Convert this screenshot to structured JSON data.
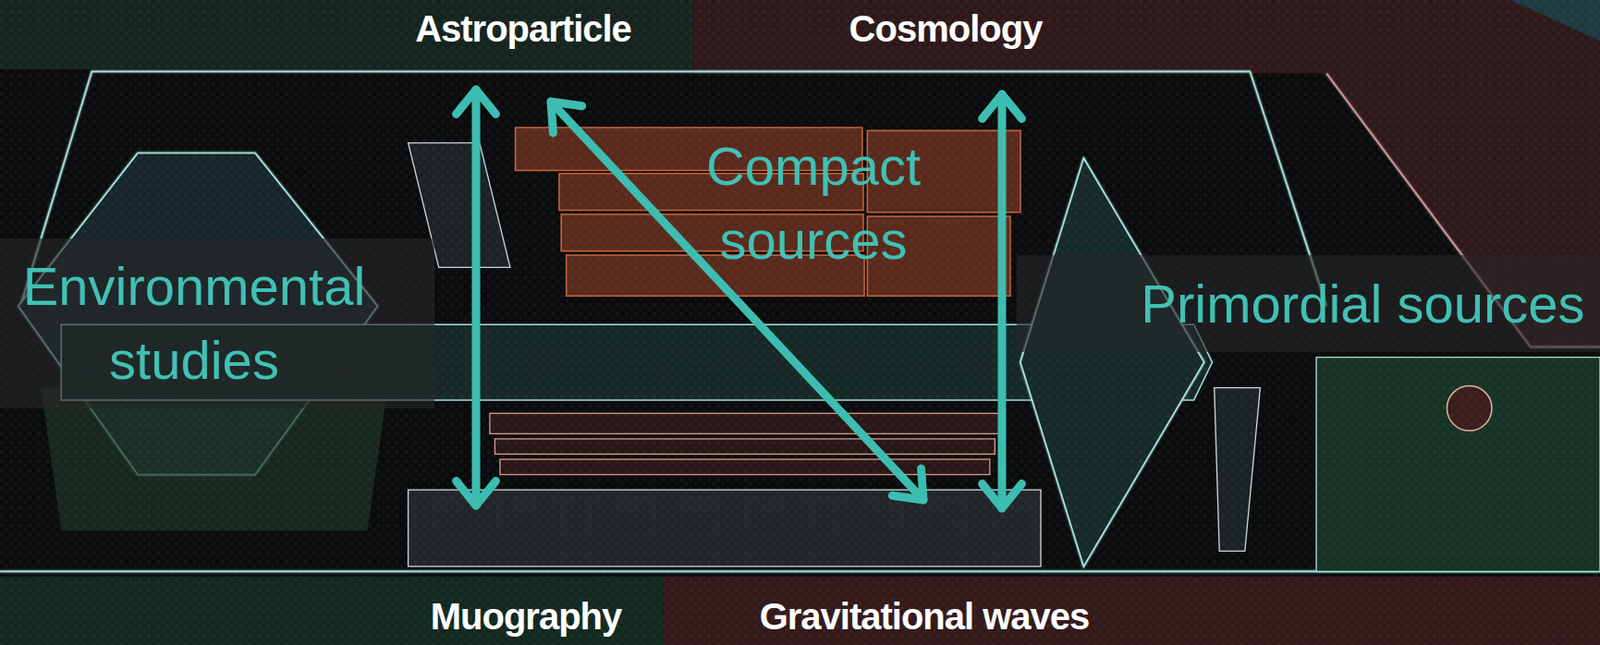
{
  "diagram": {
    "nodes": [
      {
        "text": [
          "Astroparticle"
        ]
      },
      {
        "text": [
          "Cosmology"
        ]
      },
      {
        "text": [
          "Compact sources"
        ]
      },
      {
        "text": [
          "Environmental studies"
        ]
      },
      {
        "text": [
          "Primordial sources"
        ]
      },
      {
        "text": [
          "Muography"
        ]
      },
      {
        "text": [
          "Gravitational waves"
        ]
      }
    ],
    "edges": [
      {
        "from": 0,
        "to": 5,
        "arrow": "both"
      },
      {
        "from": 0,
        "to": 6,
        "arrow": "both"
      },
      {
        "from": 1,
        "to": 6,
        "arrow": "both"
      }
    ]
  }
}
